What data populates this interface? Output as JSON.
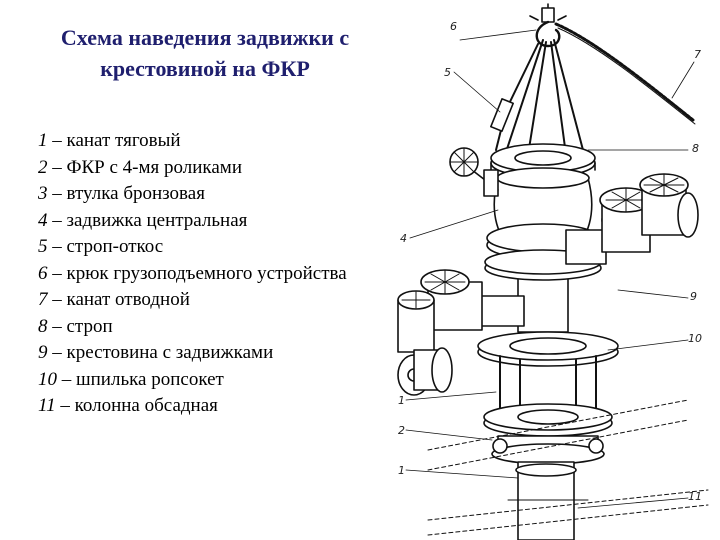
{
  "title": {
    "line1": "Схема наведения задвижки с",
    "line2": "крестовиной на ФКР"
  },
  "legend": [
    {
      "num": "1",
      "sep": " – ",
      "text": "канат тяговый"
    },
    {
      "num": "2",
      "sep": " – ",
      "text": "ФКР с 4-мя роликами"
    },
    {
      "num": "3",
      "sep": " – ",
      "text": "втулка бронзовая"
    },
    {
      "num": "4",
      "sep": " – ",
      "text": "задвижка центральная"
    },
    {
      "num": "5",
      "sep": " – ",
      "text": "строп-откос"
    },
    {
      "num": "6",
      "sep": " – ",
      "text": "крюк грузоподъемного устройства"
    },
    {
      "num": "7",
      "sep": " – ",
      "text": "канат отводной"
    },
    {
      "num": "8",
      "sep": " – ",
      "text": "строп"
    },
    {
      "num": "9",
      "sep": " – ",
      "text": "крестовина с задвижками"
    },
    {
      "num": "10",
      "sep": " – ",
      "text": "шпилька ропсокет"
    },
    {
      "num": "11",
      "sep": " – ",
      "text": "колонна обсадная"
    }
  ],
  "figure": {
    "callouts": {
      "c6": "6",
      "c5": "5",
      "c7": "7",
      "c8": "8",
      "c4": "4",
      "c9": "9",
      "c10": "10",
      "c1a": "1",
      "c2": "2",
      "c1b": "1",
      "c11": "11"
    }
  }
}
